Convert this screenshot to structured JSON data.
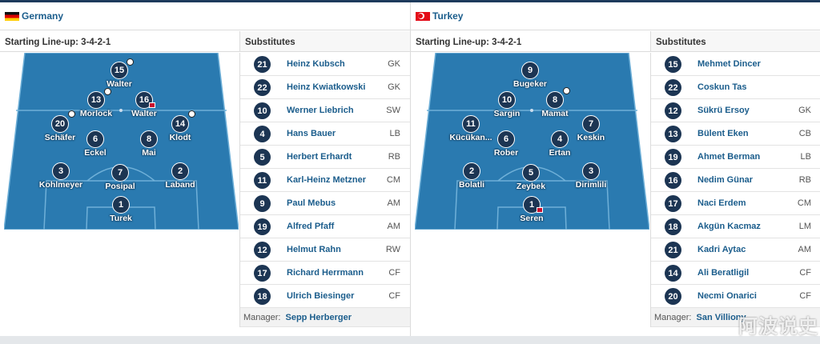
{
  "teams": [
    {
      "name": "Germany",
      "lineup_label": "Starting Line-up: 3-4-2-1",
      "subs_label": "Substitutes",
      "starters": [
        {
          "num": "15",
          "name": "Walter"
        },
        {
          "num": "13",
          "name": "Morlock"
        },
        {
          "num": "16",
          "name": "Walter"
        },
        {
          "num": "20",
          "name": "Schäfer"
        },
        {
          "num": "6",
          "name": "Eckel"
        },
        {
          "num": "8",
          "name": "Mai"
        },
        {
          "num": "14",
          "name": "Klodt"
        },
        {
          "num": "3",
          "name": "Kohlmeyer"
        },
        {
          "num": "7",
          "name": "Posipal"
        },
        {
          "num": "2",
          "name": "Laband"
        },
        {
          "num": "1",
          "name": "Turek"
        }
      ],
      "substitutes": [
        {
          "num": "21",
          "name": "Heinz Kubsch",
          "pos": "GK"
        },
        {
          "num": "22",
          "name": "Heinz Kwiatkowski",
          "pos": "GK"
        },
        {
          "num": "10",
          "name": "Werner Liebrich",
          "pos": "SW"
        },
        {
          "num": "4",
          "name": "Hans Bauer",
          "pos": "LB"
        },
        {
          "num": "5",
          "name": "Herbert Erhardt",
          "pos": "RB"
        },
        {
          "num": "11",
          "name": "Karl-Heinz Metzner",
          "pos": "CM"
        },
        {
          "num": "9",
          "name": "Paul Mebus",
          "pos": "AM"
        },
        {
          "num": "19",
          "name": "Alfred Pfaff",
          "pos": "AM"
        },
        {
          "num": "12",
          "name": "Helmut Rahn",
          "pos": "RW"
        },
        {
          "num": "17",
          "name": "Richard Herrmann",
          "pos": "CF"
        },
        {
          "num": "18",
          "name": "Ulrich Biesinger",
          "pos": "CF"
        }
      ],
      "manager_label": "Manager:",
      "manager": "Sepp Herberger"
    },
    {
      "name": "Turkey",
      "lineup_label": "Starting Line-up: 3-4-2-1",
      "subs_label": "Substitutes",
      "starters": [
        {
          "num": "9",
          "name": "Bugeker"
        },
        {
          "num": "10",
          "name": "Sargin"
        },
        {
          "num": "8",
          "name": "Mamat"
        },
        {
          "num": "11",
          "name": "Kücükan..."
        },
        {
          "num": "6",
          "name": "Rober"
        },
        {
          "num": "4",
          "name": "Ertan"
        },
        {
          "num": "7",
          "name": "Keskin"
        },
        {
          "num": "2",
          "name": "Bolatli"
        },
        {
          "num": "5",
          "name": "Zeybek"
        },
        {
          "num": "3",
          "name": "Dirimlili"
        },
        {
          "num": "1",
          "name": "Seren"
        }
      ],
      "substitutes": [
        {
          "num": "15",
          "name": "Mehmet Dincer",
          "pos": ""
        },
        {
          "num": "22",
          "name": "Coskun Tas",
          "pos": ""
        },
        {
          "num": "12",
          "name": "Sükrü Ersoy",
          "pos": "GK"
        },
        {
          "num": "13",
          "name": "Bülent Eken",
          "pos": "CB"
        },
        {
          "num": "19",
          "name": "Ahmet Berman",
          "pos": "LB"
        },
        {
          "num": "16",
          "name": "Nedim Günar",
          "pos": "RB"
        },
        {
          "num": "17",
          "name": "Naci Erdem",
          "pos": "CM"
        },
        {
          "num": "18",
          "name": "Akgün Kacmaz",
          "pos": "LM"
        },
        {
          "num": "21",
          "name": "Kadri Aytac",
          "pos": "AM"
        },
        {
          "num": "14",
          "name": "Ali Beratligil",
          "pos": "CF"
        },
        {
          "num": "20",
          "name": "Necmi Onarici",
          "pos": "CF"
        }
      ],
      "manager_label": "Manager:",
      "manager": "San Villiony"
    }
  ],
  "watermark": "阿波说史",
  "colors": {
    "pitch": "#2a7ab0",
    "accent": "#1b5d8c",
    "badge": "#1c3553"
  }
}
